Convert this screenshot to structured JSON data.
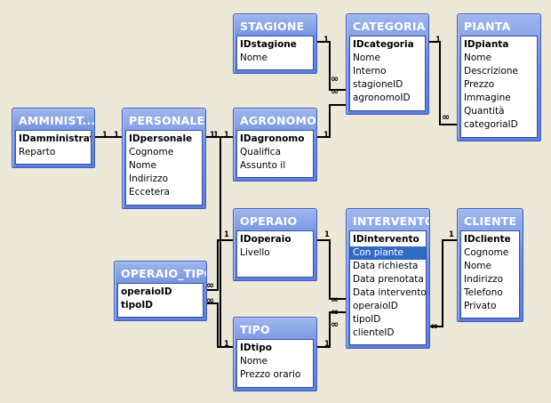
{
  "tables": {
    "amministrativo": {
      "title": "AMMINIST...",
      "fields": [
        {
          "name": "IDamministrativo",
          "pk": true
        },
        {
          "name": "Reparto"
        }
      ]
    },
    "personale": {
      "title": "PERSONALE",
      "fields": [
        {
          "name": "IDpersonale",
          "pk": true
        },
        {
          "name": "Cognome"
        },
        {
          "name": "Nome"
        },
        {
          "name": "Indirizzo"
        },
        {
          "name": "Eccetera"
        }
      ]
    },
    "stagione": {
      "title": "STAGIONE",
      "fields": [
        {
          "name": "IDstagione",
          "pk": true
        },
        {
          "name": "Nome"
        }
      ]
    },
    "categoria": {
      "title": "CATEGORIA",
      "fields": [
        {
          "name": "IDcategoria",
          "pk": true
        },
        {
          "name": "Nome"
        },
        {
          "name": "Interno"
        },
        {
          "name": "stagioneID"
        },
        {
          "name": "agronomoID"
        }
      ]
    },
    "pianta": {
      "title": "PIANTA",
      "fields": [
        {
          "name": "IDpianta",
          "pk": true
        },
        {
          "name": "Nome"
        },
        {
          "name": "Descrizione"
        },
        {
          "name": "Prezzo"
        },
        {
          "name": "Immagine"
        },
        {
          "name": "Quantità"
        },
        {
          "name": "categoriaID"
        }
      ]
    },
    "agronomo": {
      "title": "AGRONOMO",
      "fields": [
        {
          "name": "IDagronomo",
          "pk": true
        },
        {
          "name": "Qualifica"
        },
        {
          "name": "Assunto il"
        }
      ]
    },
    "operaio": {
      "title": "OPERAIO",
      "fields": [
        {
          "name": "IDoperaio",
          "pk": true
        },
        {
          "name": "Livello"
        }
      ]
    },
    "intervento": {
      "title": "INTERVENTO",
      "fields": [
        {
          "name": "IDintervento",
          "pk": true
        },
        {
          "name": "Con piante",
          "selected": true
        },
        {
          "name": "Data richiesta"
        },
        {
          "name": "Data prenotata"
        },
        {
          "name": "Data intervento"
        },
        {
          "name": "operaioID"
        },
        {
          "name": "tipoID"
        },
        {
          "name": "clienteID"
        }
      ]
    },
    "cliente": {
      "title": "CLIENTE",
      "fields": [
        {
          "name": "IDcliente",
          "pk": true
        },
        {
          "name": "Cognome"
        },
        {
          "name": "Nome"
        },
        {
          "name": "Indirizzo"
        },
        {
          "name": "Telefono"
        },
        {
          "name": "Privato"
        }
      ]
    },
    "operaio_tipo": {
      "title": "OPERAIO_TIPO",
      "fields": [
        {
          "name": "operaioID",
          "pk": true
        },
        {
          "name": "tipoID",
          "pk": true
        }
      ]
    },
    "tipo": {
      "title": "TIPO",
      "fields": [
        {
          "name": "IDtipo",
          "pk": true
        },
        {
          "name": "Nome"
        },
        {
          "name": "Prezzo orario"
        }
      ]
    }
  },
  "cardinality": {
    "one": "1",
    "many": "∞"
  },
  "colors": {
    "background": "#ece9d8",
    "title_bar": "#6f8fe0",
    "line": "#000000",
    "selection": "#316ac5"
  }
}
